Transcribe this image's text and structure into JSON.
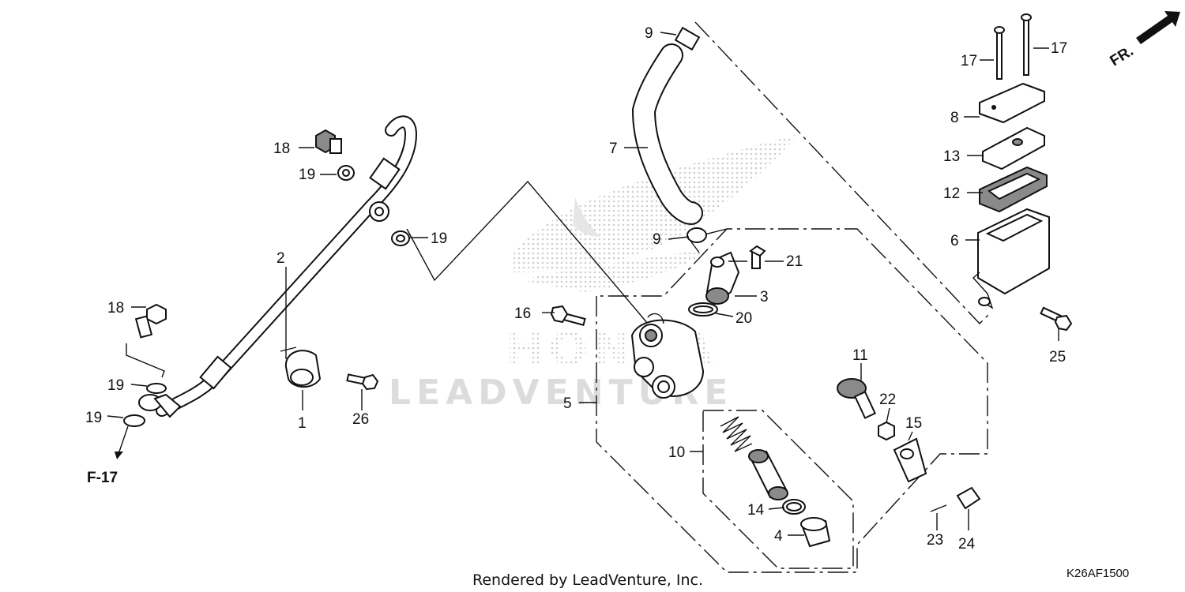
{
  "diagram": {
    "callouts": {
      "c1": "1",
      "c2": "2",
      "c3": "3",
      "c4": "4",
      "c5": "5",
      "c6": "6",
      "c7": "7",
      "c8": "8",
      "c9a": "9",
      "c9b": "9",
      "c10": "10",
      "c11": "11",
      "c12": "12",
      "c13": "13",
      "c14": "14",
      "c15": "15",
      "c16": "16",
      "c17a": "17",
      "c17b": "17",
      "c18a": "18",
      "c18b": "18",
      "c19a": "19",
      "c19b": "19",
      "c19c": "19",
      "c19d": "19",
      "c20": "20",
      "c21": "21",
      "c22": "22",
      "c23": "23",
      "c24": "24",
      "c25": "25",
      "c26": "26"
    },
    "reference": "F-17",
    "front_marker": "FR.",
    "footer": "Rendered by LeadVenture, Inc.",
    "diagram_code": "K26AF1500",
    "watermark": "LEADVENTURE"
  }
}
